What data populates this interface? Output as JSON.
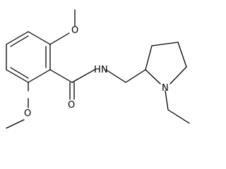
{
  "molecule": {
    "atoms": {
      "o_top": "O",
      "o_bottom": "O",
      "o_carbonyl": "O",
      "n_amide": "N",
      "h_amide": "H",
      "n_ring": "N"
    },
    "colors": {
      "bond": "#000000",
      "text": "#000000",
      "background": "#ffffff"
    }
  }
}
